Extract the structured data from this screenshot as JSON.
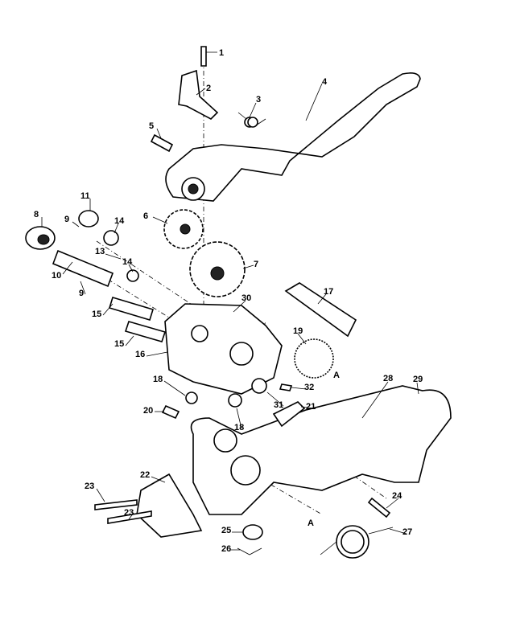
{
  "diagram": {
    "callouts": [
      "1",
      "2",
      "3",
      "4",
      "5",
      "6",
      "7",
      "8",
      "9",
      "11",
      "14",
      "13",
      "14",
      "10",
      "9",
      "17",
      "30",
      "15",
      "19",
      "15",
      "16",
      "A",
      "32",
      "18",
      "31",
      "21",
      "28",
      "29",
      "20",
      "18",
      "22",
      "23",
      "24",
      "A",
      "23",
      "25",
      "27",
      "26"
    ]
  }
}
